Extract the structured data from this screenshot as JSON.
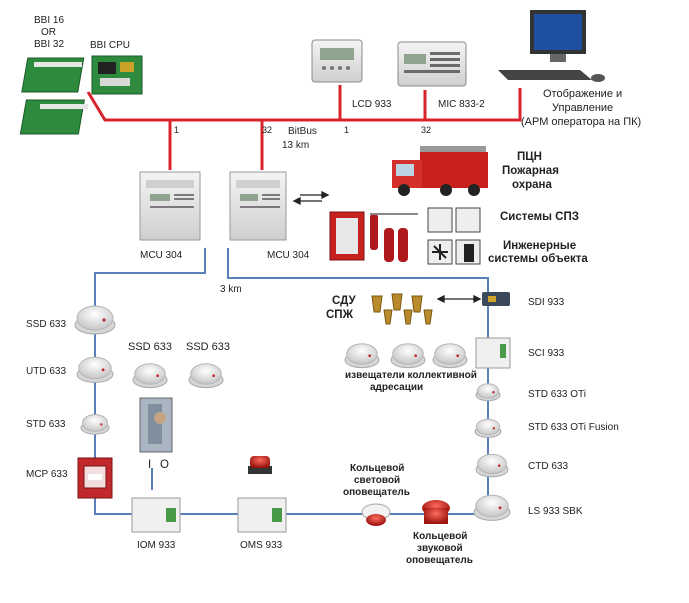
{
  "bbi_boards": {
    "line1": "BBI 16",
    "line2": "OR",
    "line3": "BBI 32",
    "cpu": "BBI CPU"
  },
  "workstation": {
    "line1": "Отображение и",
    "line2": "Управление",
    "line3": "(АРМ оператора на ПК)"
  },
  "bitbus": {
    "label": "BitBus",
    "length": "13 km",
    "addr_left_a": "1",
    "addr_left_b": "32",
    "addr_right_a": "1",
    "addr_right_b": "32"
  },
  "panels": {
    "lcd": "LCD 933",
    "mic": "MIC 833-2",
    "mcu1": "MCU 304",
    "mcu2": "MCU 304"
  },
  "loop_length": "3 km",
  "fire_service": {
    "line1": "ПЦН",
    "line2": "Пожарная",
    "line3": "охрана"
  },
  "spz": "Системы СПЗ",
  "engineering": {
    "line1": "Инженерные",
    "line2": "системы объекта"
  },
  "sdu": {
    "line1": "СДУ",
    "line2": "СПЖ"
  },
  "collective": {
    "line1": "извещатели коллективной",
    "line2": "адресации"
  },
  "devices": {
    "ssd_left": "SSD 633",
    "utd": "UTD 633",
    "std_left": "STD 633",
    "mcp": "MCP 633",
    "ssd_mid1": "SSD 633",
    "ssd_mid2": "SSD 633",
    "sdi": "SDI 933",
    "sci": "SCI 933",
    "std_oti": "STD 633 OTi",
    "std_oti_fusion": "STD 633 OTi Fusion",
    "ctd": "CTD 633",
    "ls": "LS 933 SBK",
    "iom": "IOM 933",
    "oms": "OMS 933",
    "iom_i": "I",
    "iom_o": "O"
  },
  "light_sounder": {
    "line1": "Кольцевой",
    "line2": "световой",
    "line3": "оповещатель"
  },
  "sound_sounder": {
    "line1": "Кольцевой",
    "line2": "звуковой",
    "line3": "оповещатель"
  },
  "colors": {
    "bitbus": "#d9232a",
    "loop": "#5a80b8",
    "panel": "#e6e6e6",
    "alarm": "#c0282d",
    "board": "#2e8b3e"
  }
}
